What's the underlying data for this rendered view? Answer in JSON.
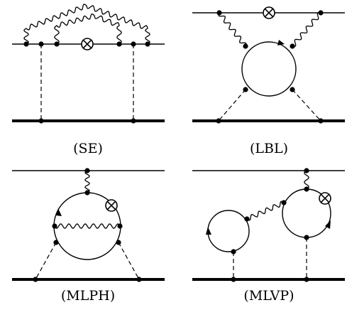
{
  "panels": [
    {
      "id": "se",
      "label": "(SE)"
    },
    {
      "id": "lbl",
      "label": "(LBL)"
    },
    {
      "id": "mlph",
      "label": "(MLPH)"
    },
    {
      "id": "mlvp",
      "label": "(MLVP)"
    }
  ],
  "style": {
    "stroke_color": "#000000",
    "background": "#ffffff"
  },
  "symbols": {
    "vertex": "filled-dot",
    "insertion": "circled-cross",
    "photon": "wavy-line",
    "coulomb": "dashed-line",
    "electron": "thin-line",
    "nucleus": "thick-line",
    "loop_direction": "arrowhead"
  }
}
